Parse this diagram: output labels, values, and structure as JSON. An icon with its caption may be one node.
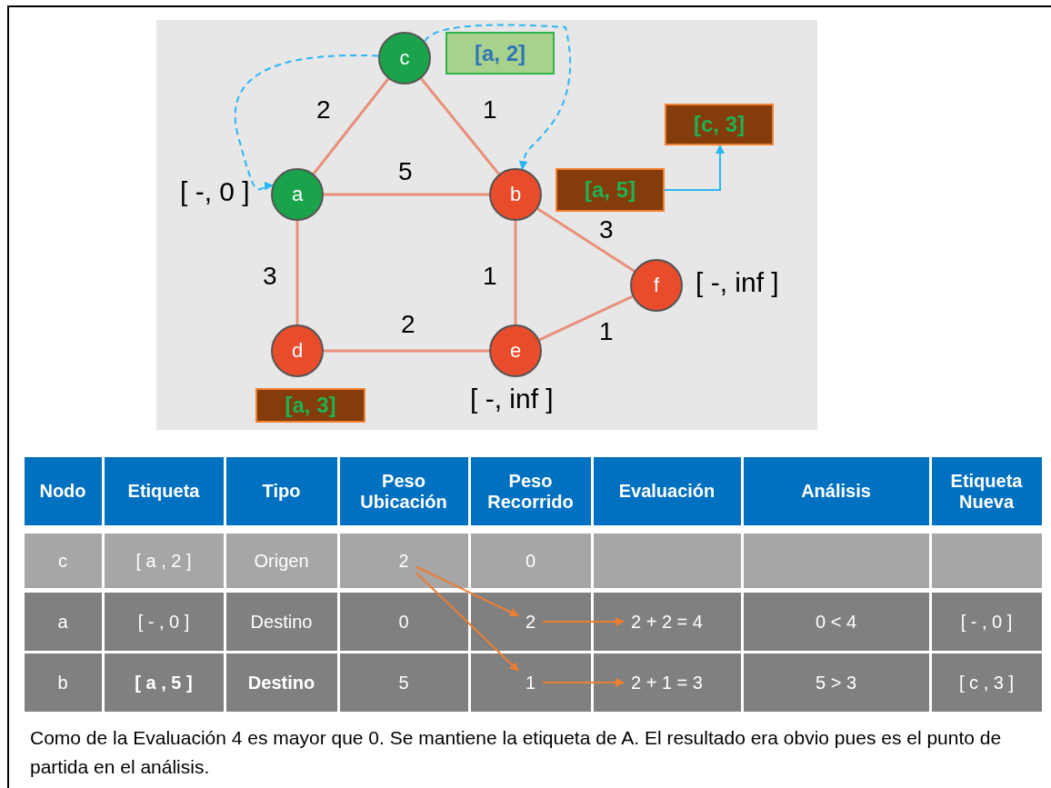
{
  "diagram": {
    "caption": "Como de la Evaluación 4 es mayor que 0. Se mantiene la etiqueta de A. El resultado era obvio pues es el punto de partida en el análisis.",
    "nodes": [
      {
        "text": [
          "c"
        ]
      },
      {
        "text": [
          "[a, 2]"
        ]
      },
      {
        "text": [
          "[c, 3]"
        ]
      },
      {
        "text": [
          "a"
        ],
        "beside": [
          "[ -, 0 ]"
        ]
      },
      {
        "text": [
          "b"
        ]
      },
      {
        "text": [
          "[a, 5]"
        ]
      },
      {
        "text": [
          "f"
        ],
        "beside": [
          "[ -, inf ]"
        ]
      },
      {
        "text": [
          "d"
        ]
      },
      {
        "text": [
          "e"
        ],
        "beside": [
          "[ -, inf ]"
        ]
      },
      {
        "text": [
          "[a, 3]"
        ]
      },
      {
        "text": [
          "2"
        ]
      },
      {
        "text": [
          "2"
        ]
      },
      {
        "text": [
          "2 + 2 = 4"
        ]
      },
      {
        "text": [
          "1"
        ]
      },
      {
        "text": [
          "2 + 1 = 3"
        ]
      }
    ],
    "edges": [
      {
        "from": 3,
        "to": 0,
        "arrow": "none",
        "label": "2"
      },
      {
        "from": 0,
        "to": 4,
        "arrow": "none",
        "label": "1"
      },
      {
        "from": 3,
        "to": 4,
        "arrow": "none",
        "label": "5"
      },
      {
        "from": 3,
        "to": 7,
        "arrow": "none",
        "label": "3"
      },
      {
        "from": 4,
        "to": 8,
        "arrow": "none",
        "label": "1"
      },
      {
        "from": 4,
        "to": 6,
        "arrow": "none",
        "label": "3"
      },
      {
        "from": 7,
        "to": 8,
        "arrow": "none",
        "label": "2"
      },
      {
        "from": 8,
        "to": 6,
        "arrow": "none",
        "label": "1"
      },
      {
        "from": 0,
        "to": 3,
        "arrow": "to",
        "style": "dashed",
        "color": "#29b6f6"
      },
      {
        "from": 0,
        "to": 4,
        "arrow": "to",
        "style": "dashed",
        "color": "#29b6f6"
      },
      {
        "from": 5,
        "to": 2,
        "arrow": "to",
        "color": "#29b6f6"
      },
      {
        "from": 10,
        "to": 11,
        "arrow": "to",
        "color": "#ed7d31"
      },
      {
        "from": 10,
        "to": 13,
        "arrow": "to",
        "color": "#ed7d31"
      },
      {
        "from": 11,
        "to": 12,
        "arrow": "to",
        "color": "#ed7d31"
      },
      {
        "from": 13,
        "to": 14,
        "arrow": "to",
        "color": "#ed7d31"
      }
    ],
    "labels": [
      "Nodo",
      "Etiqueta",
      "Tipo",
      "Peso Ubicación",
      "Peso Recorrido",
      "Evaluación",
      "Análisis",
      "Etiqueta Nueva",
      "c",
      "[ a , 2 ]",
      "Origen",
      "0",
      "a",
      "[ - , 0 ]",
      "Destino",
      "0",
      "0 < 4",
      "[ - , 0 ]",
      "b",
      "[ a , 5 ]",
      "Destino",
      "5",
      "5 > 3",
      "[ c , 3 ]"
    ]
  }
}
